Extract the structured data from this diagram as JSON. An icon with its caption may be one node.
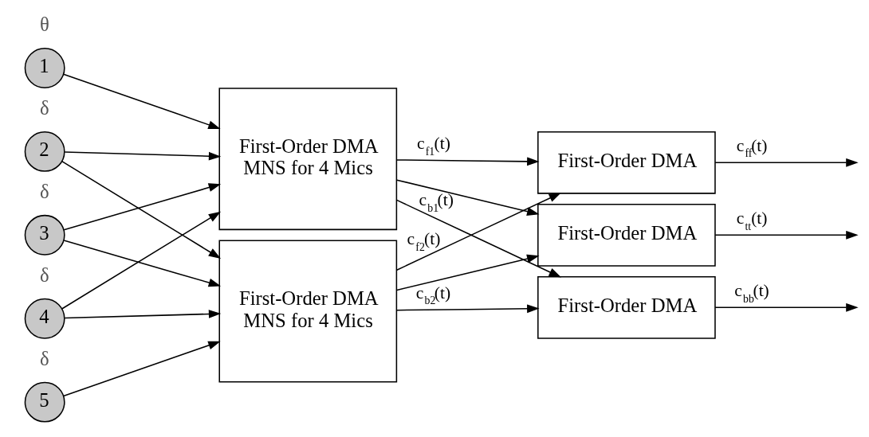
{
  "diagram": {
    "nodes": [
      {
        "text": [
          "1"
        ]
      },
      {
        "text": [
          "2"
        ]
      },
      {
        "text": [
          "3"
        ]
      },
      {
        "text": [
          "4"
        ]
      },
      {
        "text": [
          "5"
        ]
      },
      {
        "text": [
          "First-Order DMA MNS for 4 Mics"
        ]
      },
      {
        "text": [
          "First-Order DMA MNS for 4 Mics"
        ]
      },
      {
        "text": [
          "First-Order DMA"
        ]
      },
      {
        "text": [
          "First-Order DMA"
        ]
      },
      {
        "text": [
          "First-Order DMA"
        ]
      }
    ],
    "edges": [
      {
        "from": 0,
        "to": 5,
        "arrow": "to"
      },
      {
        "from": 1,
        "to": 5,
        "arrow": "to"
      },
      {
        "from": 1,
        "to": 6,
        "arrow": "to"
      },
      {
        "from": 2,
        "to": 5,
        "arrow": "to"
      },
      {
        "from": 2,
        "to": 6,
        "arrow": "to"
      },
      {
        "from": 3,
        "to": 5,
        "arrow": "to"
      },
      {
        "from": 3,
        "to": 6,
        "arrow": "to"
      },
      {
        "from": 4,
        "to": 6,
        "arrow": "to"
      },
      {
        "from": 5,
        "to": 7,
        "arrow": "to",
        "label": "c$_{f1}$(t)"
      },
      {
        "from": 5,
        "to": 8,
        "arrow": "to"
      },
      {
        "from": 5,
        "to": 9,
        "arrow": "to",
        "label": "c$_{b1}$(t)"
      },
      {
        "from": 6,
        "to": 7,
        "arrow": "to",
        "label": "c$_{f2}$(t)"
      },
      {
        "from": 6,
        "to": 8,
        "arrow": "to"
      },
      {
        "from": 6,
        "to": 9,
        "arrow": "to",
        "label": "c$_{b2}$(t)"
      },
      {
        "from": 7,
        "to": null,
        "arrow": "to",
        "label": "c$_{ff}$(t)"
      },
      {
        "from": 8,
        "to": null,
        "arrow": "to",
        "label": "c$_{tt}$(t)"
      },
      {
        "from": 9,
        "to": null,
        "arrow": "to",
        "label": "c$_{bb}$(t)"
      }
    ],
    "labels": [
      "θ",
      "δ",
      "δ",
      "δ",
      "δ"
    ]
  }
}
